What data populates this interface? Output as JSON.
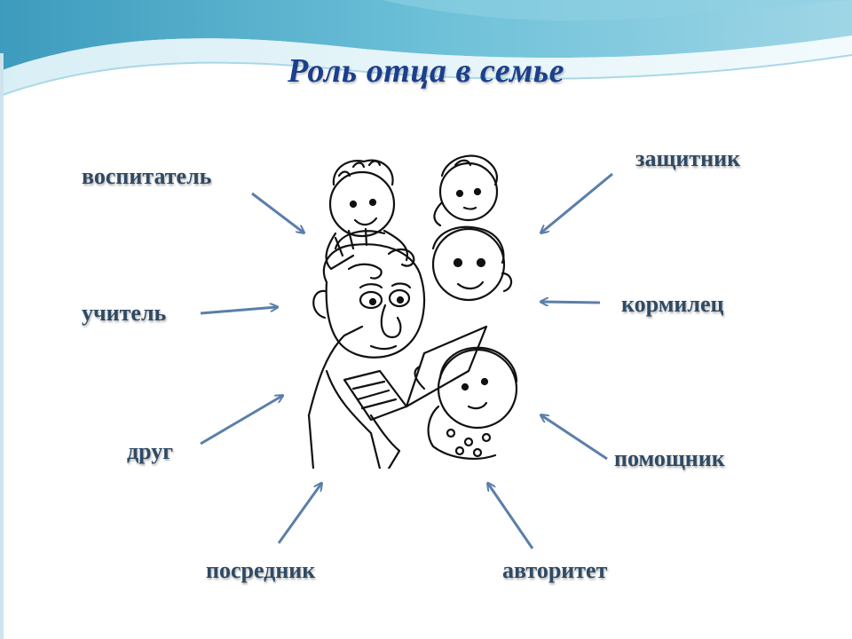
{
  "title": "Роль отца в семье",
  "roles": {
    "vospitatel": "воспитатель",
    "zashchitnik": "защитник",
    "uchitel": "учитель",
    "kormilets": "кормилец",
    "drug": "друг",
    "pomoshchnik": "помощник",
    "posrednik": "посредник",
    "avtoritet": "авторитет"
  },
  "colors": {
    "title": "#1b3f8b",
    "role_text": "#2f4a63",
    "arrow": "#5b7fa8",
    "wave_dark": "#4da7c4",
    "wave_light": "#bfe3ef"
  },
  "illustration": "father-with-children-drawing"
}
